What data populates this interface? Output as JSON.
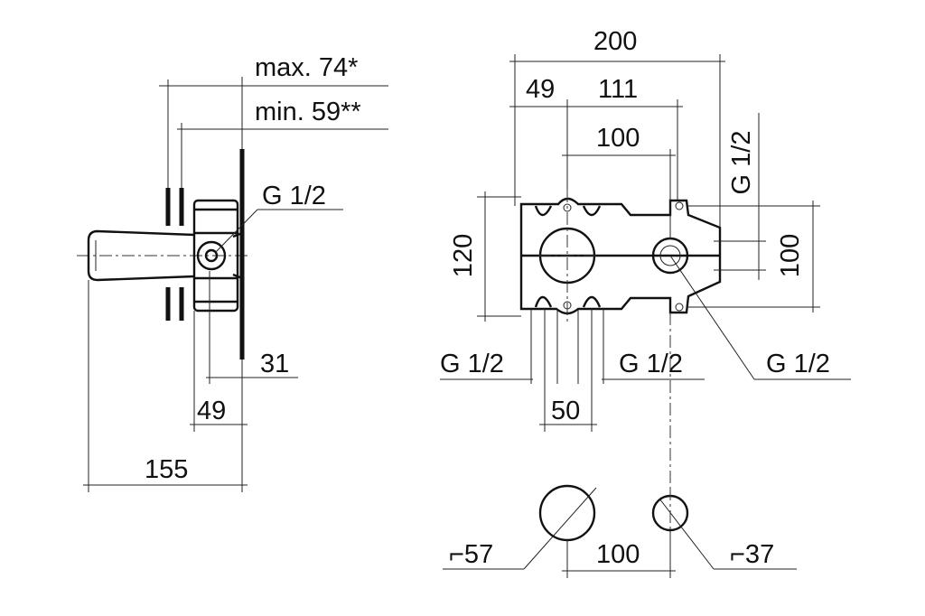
{
  "side_view": {
    "max_depth": "max. 74*",
    "min_depth": "min. 59**",
    "thread": "G 1/2",
    "dim_31": "31",
    "dim_49": "49",
    "dim_155": "155"
  },
  "front_view": {
    "width_total": "200",
    "dim_49": "49",
    "dim_111": "111",
    "dim_100_top": "100",
    "height_120": "120",
    "thread_right_vertical": "G 1/2",
    "dim_100_right": "100",
    "thread_bottom_left": "G 1/2",
    "thread_bottom_middle": "G 1/2",
    "thread_outlet": "G 1/2",
    "dim_50": "50"
  },
  "cutout_view": {
    "diameter_large": "⌐57",
    "spacing": "100",
    "diameter_small": "⌐37"
  }
}
